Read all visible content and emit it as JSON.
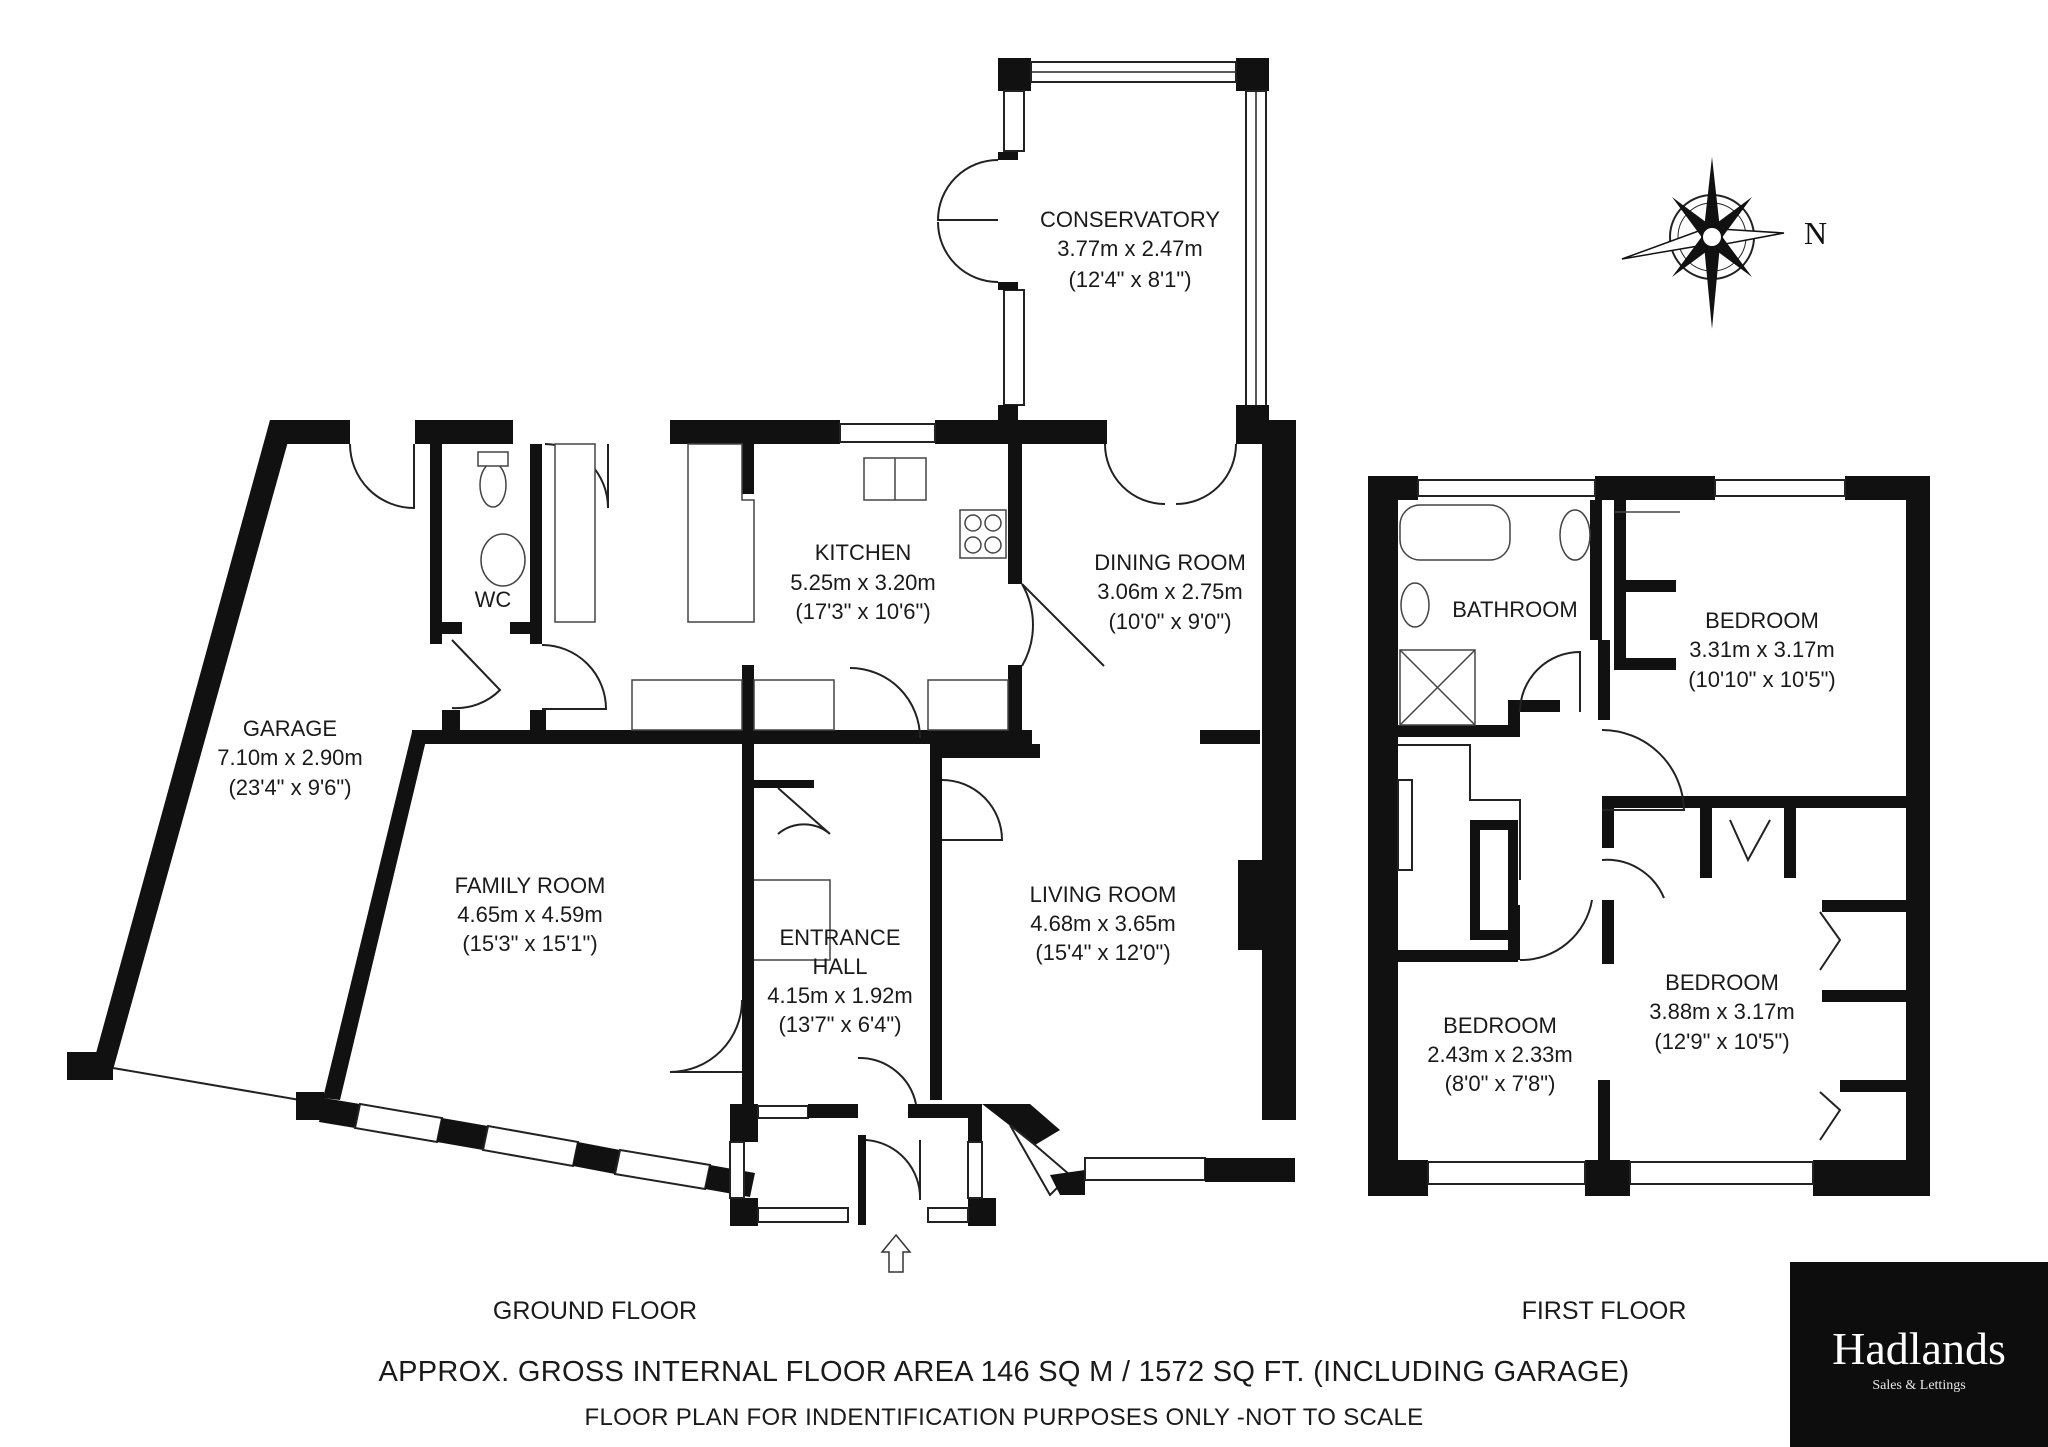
{
  "rooms": {
    "conservatory": {
      "name": "CONSERVATORY",
      "metric": "3.77m x 2.47m",
      "imperial": "(12'4\" x 8'1\")"
    },
    "kitchen": {
      "name": "KITCHEN",
      "metric": "5.25m x 3.20m",
      "imperial": "(17'3\" x 10'6\")"
    },
    "dining": {
      "name": "DINING ROOM",
      "metric": "3.06m x 2.75m",
      "imperial": "(10'0\" x 9'0\")"
    },
    "wc": {
      "name": "WC"
    },
    "garage": {
      "name": "GARAGE",
      "metric": "7.10m x 2.90m",
      "imperial": "(23'4\" x 9'6\")"
    },
    "family": {
      "name": "FAMILY ROOM",
      "metric": "4.65m x 4.59m",
      "imperial": "(15'3\" x 15'1\")"
    },
    "hall": {
      "name1": "ENTRANCE",
      "name2": "HALL",
      "metric": "4.15m x 1.92m",
      "imperial": "(13'7\" x 6'4\")"
    },
    "living": {
      "name": "LIVING ROOM",
      "metric": "4.68m x 3.65m",
      "imperial": "(15'4\" x 12'0\")"
    },
    "bathroom": {
      "name": "BATHROOM"
    },
    "bedroom1": {
      "name": "BEDROOM",
      "metric": "3.31m x 3.17m",
      "imperial": "(10'10\" x 10'5\")"
    },
    "bedroom2": {
      "name": "BEDROOM",
      "metric": "3.88m x 3.17m",
      "imperial": "(12'9\" x 10'5\")"
    },
    "bedroom3": {
      "name": "BEDROOM",
      "metric": "2.43m x 2.33m",
      "imperial": "(8'0\" x 7'8\")"
    }
  },
  "floors": {
    "ground": "GROUND FLOOR",
    "first": "FIRST FLOOR"
  },
  "compass": {
    "north": "N"
  },
  "footer": {
    "area": "APPROX. GROSS INTERNAL FLOOR AREA  146 SQ M / 1572 SQ FT. (INCLUDING GARAGE)",
    "disclaimer": "FLOOR PLAN FOR INDENTIFICATION PURPOSES ONLY -NOT TO SCALE"
  },
  "brand": {
    "name": "Hadlands",
    "tagline": "Sales & Lettings"
  }
}
